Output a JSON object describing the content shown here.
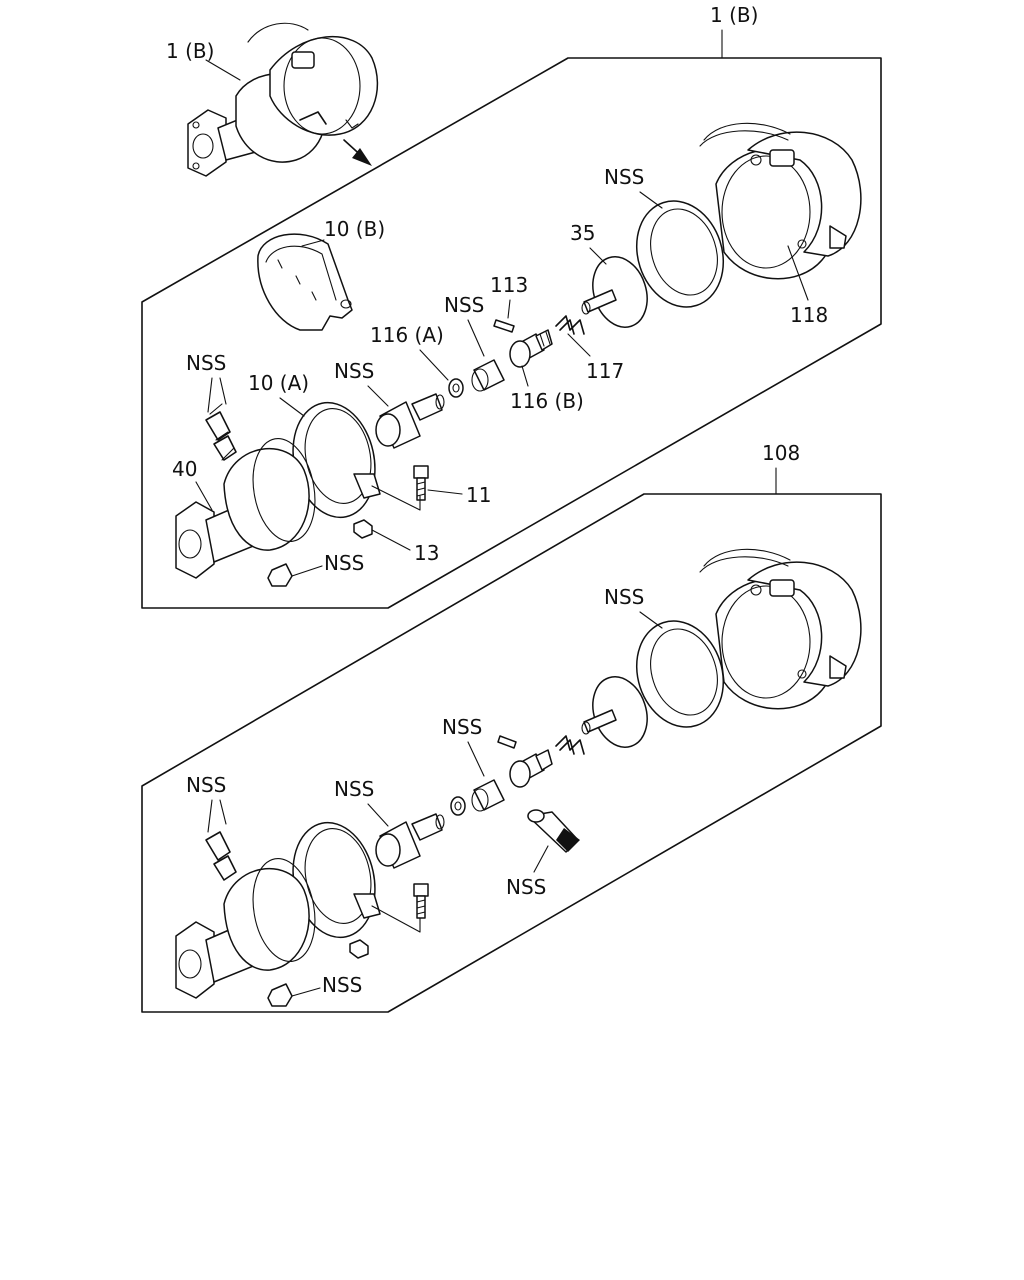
{
  "diagram": {
    "groups": [
      {
        "id": "assembly-1b",
        "label": "1 (B)"
      },
      {
        "id": "assembly-108",
        "label": "108"
      }
    ],
    "callouts": {
      "top_1b": "1 (B)",
      "inset_1b": "1 (B)",
      "c10b": "10 (B)",
      "c10a": "10 (A)",
      "c11": "11",
      "c13": "13",
      "c35": "35",
      "c40": "40",
      "c113": "113",
      "c116a": "116 (A)",
      "c116b": "116 (B)",
      "c117": "117",
      "c118": "118",
      "c108": "108",
      "nss": "NSS"
    }
  }
}
